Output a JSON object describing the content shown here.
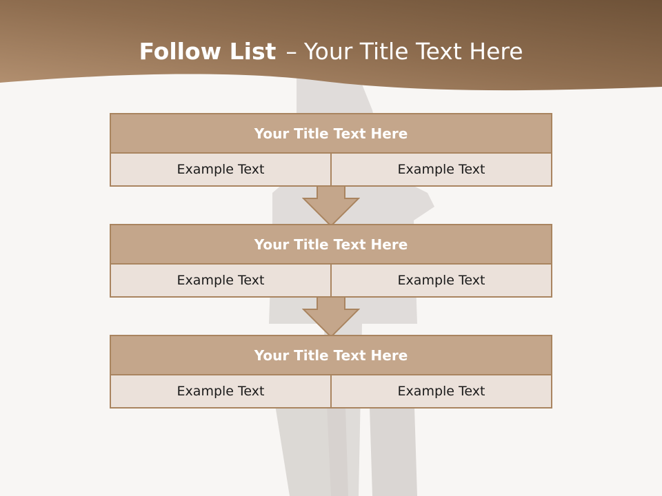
{
  "colors": {
    "header_dark": "#6e5238",
    "header_light": "#b08864",
    "block_header": "#c4a68b",
    "block_body": "#ebe1da",
    "border": "#a9845f"
  },
  "title": {
    "bold": "Follow List",
    "separator": "–",
    "rest": "Your Title Text Here"
  },
  "blocks": [
    {
      "title": "Your Title Text Here",
      "left": "Example Text",
      "right": "Example Text"
    },
    {
      "title": "Your Title Text Here",
      "left": "Example Text",
      "right": "Example Text"
    },
    {
      "title": "Your Title Text Here",
      "left": "Example Text",
      "right": "Example Text"
    }
  ],
  "arrows": [
    {
      "icon": "down-arrow-icon"
    },
    {
      "icon": "down-arrow-icon"
    }
  ]
}
